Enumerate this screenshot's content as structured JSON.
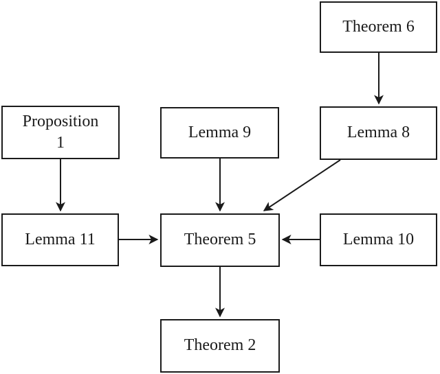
{
  "diagram": {
    "type": "dependency-graph",
    "nodes": [
      {
        "id": "theorem6",
        "label": "Theorem 6"
      },
      {
        "id": "proposition1",
        "label": "Proposition\n1"
      },
      {
        "id": "lemma9",
        "label": "Lemma 9"
      },
      {
        "id": "lemma8",
        "label": "Lemma 8"
      },
      {
        "id": "lemma11",
        "label": "Lemma 11"
      },
      {
        "id": "theorem5",
        "label": "Theorem 5"
      },
      {
        "id": "lemma10",
        "label": "Lemma 10"
      },
      {
        "id": "theorem2",
        "label": "Theorem 2"
      }
    ],
    "edges": [
      {
        "from": "theorem6",
        "to": "lemma8"
      },
      {
        "from": "proposition1",
        "to": "lemma11"
      },
      {
        "from": "lemma9",
        "to": "theorem5"
      },
      {
        "from": "lemma8",
        "to": "theorem5"
      },
      {
        "from": "lemma11",
        "to": "theorem5"
      },
      {
        "from": "lemma10",
        "to": "theorem5"
      },
      {
        "from": "theorem5",
        "to": "theorem2"
      }
    ],
    "colors": {
      "stroke": "#1a1a1a",
      "text": "#1a1a1a",
      "background": "#ffffff"
    }
  }
}
